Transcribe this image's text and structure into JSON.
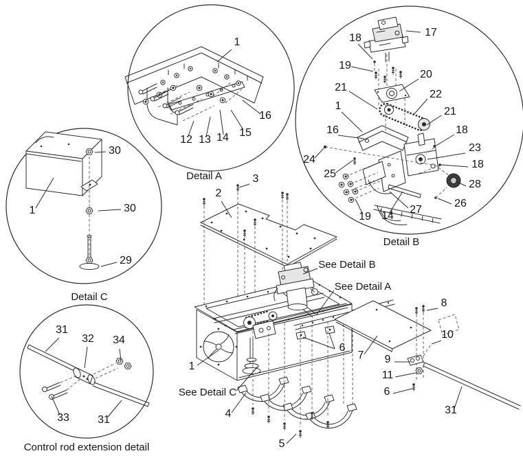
{
  "colors": {
    "line": "#2b2b2b",
    "background": "#ffffff",
    "dark_part": "#3c3c3c"
  },
  "captions": {
    "detail_a": "Detail A",
    "detail_b": "Detail B",
    "detail_c": "Detail C",
    "control_rod": "Control rod extension detail"
  },
  "references": {
    "detail_a": "See Detail A",
    "detail_b": "See Detail B",
    "detail_c": "See Detail C"
  },
  "callouts": [
    {
      "label": "1"
    },
    {
      "label": "12"
    },
    {
      "label": "13"
    },
    {
      "label": "14"
    },
    {
      "label": "15"
    },
    {
      "label": "16"
    },
    {
      "label": "17"
    },
    {
      "label": "18"
    },
    {
      "label": "19"
    },
    {
      "label": "20"
    },
    {
      "label": "21"
    },
    {
      "label": "22"
    },
    {
      "label": "21"
    },
    {
      "label": "1"
    },
    {
      "label": "16"
    },
    {
      "label": "18"
    },
    {
      "label": "24"
    },
    {
      "label": "25"
    },
    {
      "label": "23"
    },
    {
      "label": "18"
    },
    {
      "label": "28"
    },
    {
      "label": "26"
    },
    {
      "label": "27"
    },
    {
      "label": "19"
    },
    {
      "label": "14"
    },
    {
      "label": "30"
    },
    {
      "label": "1"
    },
    {
      "label": "30"
    },
    {
      "label": "29"
    },
    {
      "label": "31"
    },
    {
      "label": "32"
    },
    {
      "label": "34"
    },
    {
      "label": "33"
    },
    {
      "label": "31"
    },
    {
      "label": "3"
    },
    {
      "label": "2"
    },
    {
      "label": "8"
    },
    {
      "label": "10"
    },
    {
      "label": "7"
    },
    {
      "label": "9"
    },
    {
      "label": "11"
    },
    {
      "label": "6"
    },
    {
      "label": "31"
    },
    {
      "label": "6"
    },
    {
      "label": "1"
    },
    {
      "label": "4"
    },
    {
      "label": "5"
    }
  ]
}
